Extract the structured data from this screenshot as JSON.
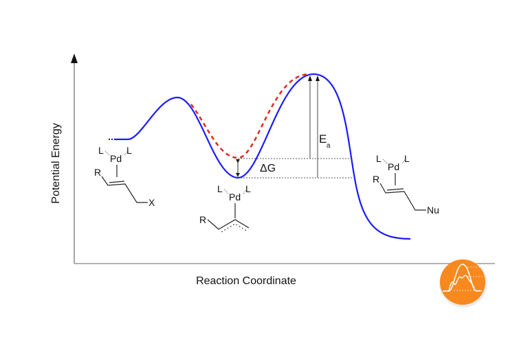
{
  "axes": {
    "y_label": "Potential Energy",
    "x_label": "Reaction Coordinate"
  },
  "colors": {
    "main_curve": "#1a1aff",
    "alt_curve": "#e0281e",
    "axis": "#888888",
    "badge": "#f7891e"
  },
  "annotations": {
    "delta_g": "ΔG",
    "ea_main": "E",
    "ea_sub": "a"
  },
  "structures": {
    "reactant": {
      "ligand_left": "L",
      "metal": "Pd",
      "ligand_right": "L",
      "substituent": "R",
      "leaving_group": "X"
    },
    "intermediate": {
      "ligand_left": "L",
      "metal": "Pd",
      "ligand_right": "L",
      "substituent": "R"
    },
    "product": {
      "ligand_left": "L",
      "metal": "Pd",
      "ligand_right": "L",
      "substituent": "R",
      "nucleophile": "Nu"
    }
  },
  "chart_data": {
    "type": "line",
    "title": "",
    "xlabel": "Reaction Coordinate",
    "ylabel": "Potential Energy",
    "series": [
      {
        "name": "main pathway (solid blue)",
        "points": [
          "start",
          "TS1",
          "π-allyl intermediate (low)",
          "TS2",
          "product"
        ]
      },
      {
        "name": "alternative pathway (dashed red)",
        "points": [
          "TS1",
          "intermediate (higher, by ΔG)",
          "TS2"
        ]
      }
    ],
    "annotations": [
      "ΔG",
      "Ea"
    ]
  }
}
